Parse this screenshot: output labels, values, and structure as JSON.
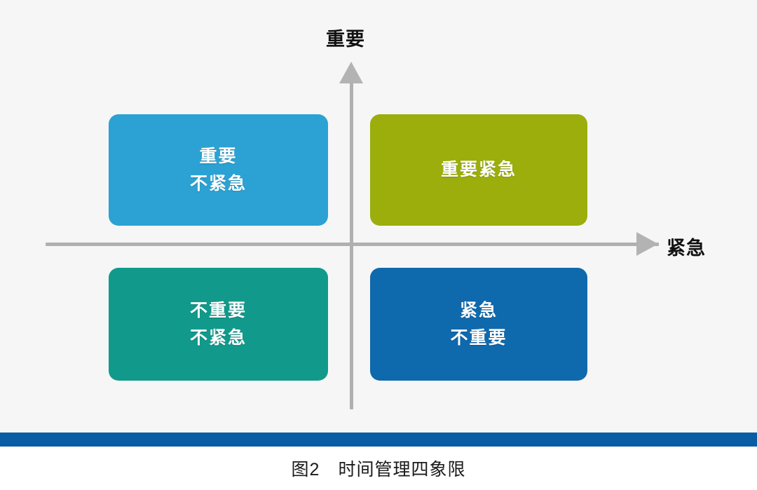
{
  "figure": {
    "background_color": "#f6f6f7",
    "caption": "图2　时间管理四象限"
  },
  "axes": {
    "y_label": "重要",
    "x_label": "紧急",
    "axis_color": "#b0b0b0",
    "y_arrow_icon": "arrow-up-icon",
    "x_arrow_icon": "arrow-right-icon"
  },
  "quadrants": [
    {
      "id": "important-not-urgent",
      "position": "top-left",
      "lines": [
        "重要",
        "不紧急"
      ],
      "color": "#2ba2d3"
    },
    {
      "id": "important-urgent",
      "position": "top-right",
      "lines": [
        "重要紧急"
      ],
      "color": "#9bae0c"
    },
    {
      "id": "not-important-not-urgent",
      "position": "bottom-left",
      "lines": [
        "不重要",
        "不紧急"
      ],
      "color": "#119a8b"
    },
    {
      "id": "urgent-not-important",
      "position": "bottom-right",
      "lines": [
        "紧急",
        "不重要"
      ],
      "color": "#0f69ad"
    }
  ],
  "rule_bar": {
    "color": "#0a5ca4"
  }
}
